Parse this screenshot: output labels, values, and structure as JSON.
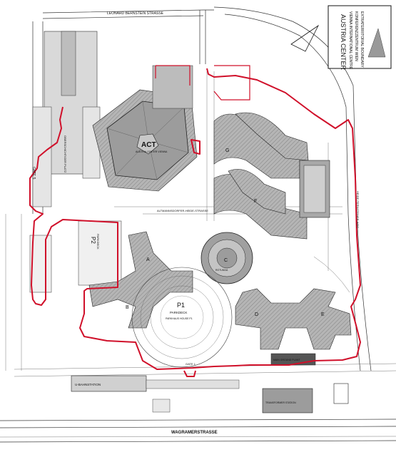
{
  "title_block": {
    "brand": "AUSTRIA CENTER",
    "line1": "VIENNA INTERNATIONAL CENTRE",
    "line2": "KONFERENZZENTRUM WIEN",
    "line3": "EXTRATERRITORIAL BOUNDARY"
  },
  "streets": {
    "north": "LEONARD BERNSTEIN STRASSE",
    "south": "WAGRAMERSTRASSE",
    "east": "HEIDE FERNSTEINER WEG",
    "inner_ring": "ALTMANNSDORFER-HEIDE-STRASSE"
  },
  "buildings": {
    "act": "ACT",
    "act_sub": "AUSTRIA CENTER VIENNA",
    "a": "A",
    "b": "B",
    "c": "C",
    "d": "D",
    "e": "E",
    "f": "F",
    "g": "G"
  },
  "areas": {
    "p1": "P1",
    "p1_sub": "PARKDECK",
    "p1_note": "PARKHAUS HOUSE P1",
    "p2": "P2",
    "p2_sub": "PARKDECK",
    "oeckler": "OBERSCHICHTIGER PLATZ",
    "rotunda": "ROTUNDA",
    "ubahn": "U-BAHNSTATION",
    "gate1": "GATE 1",
    "gate5": "GATE 5",
    "plant": "MAIN GROUND PLANT",
    "substation": "TRANSFORMER STATION"
  }
}
